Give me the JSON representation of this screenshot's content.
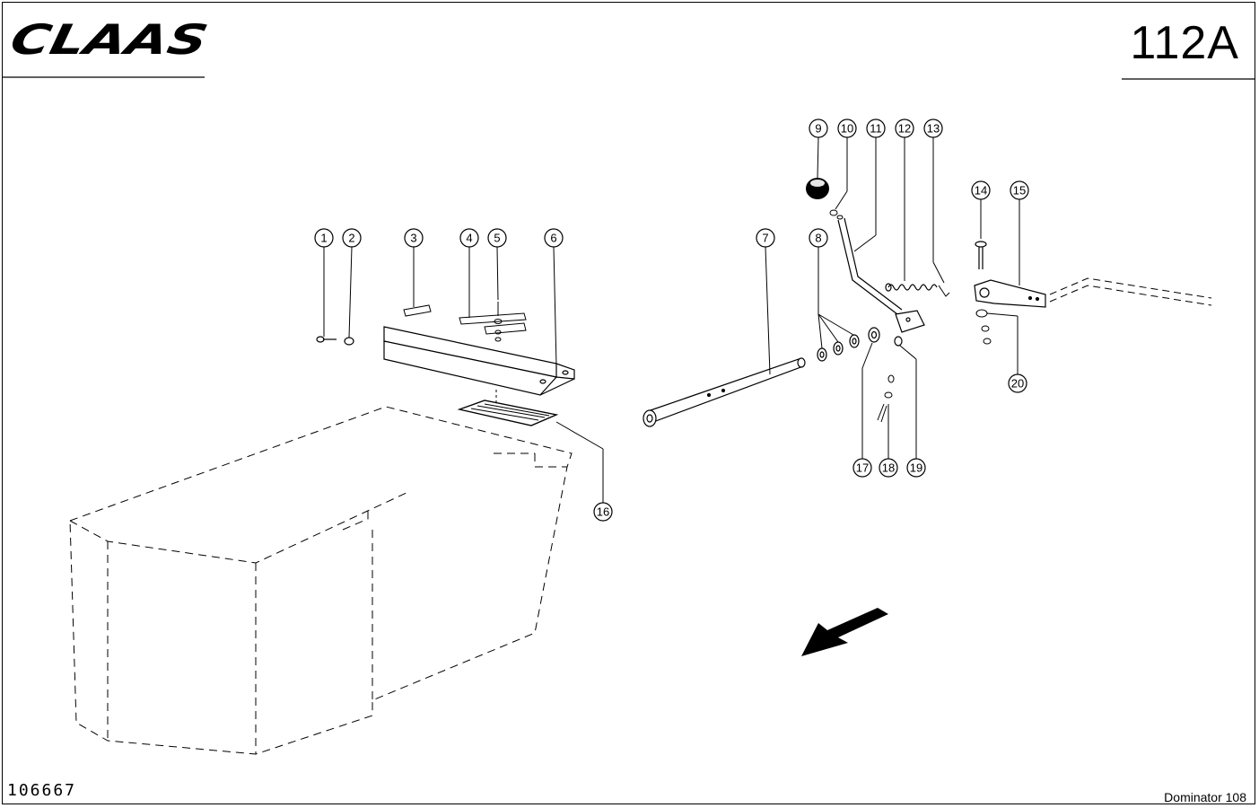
{
  "header": {
    "brand": "CLAAS",
    "page_number": "112A"
  },
  "footer": {
    "drawing_number": "106667",
    "model": "Dominator 108"
  },
  "callouts": [
    "1",
    "2",
    "3",
    "4",
    "5",
    "6",
    "7",
    "8",
    "9",
    "10",
    "11",
    "12",
    "13",
    "14",
    "15",
    "16",
    "17",
    "18",
    "19",
    "20"
  ]
}
